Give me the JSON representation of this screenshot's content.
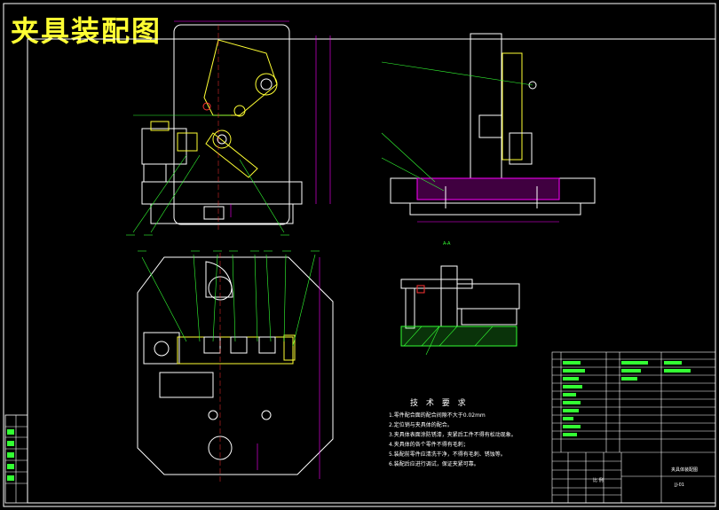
{
  "title": "夹具装配图",
  "technical_requirements": {
    "heading": "技 术 要 求",
    "items": [
      "1.零件配合面的配合间隙不大于0.02mm",
      "2.定位销与夹具体的配合。",
      "3.夹具体表面涂防锈漆，夹紧后工件不得有松动现象。",
      "4.夹具体的各个零件不得有毛刺；",
      "5.装配前零件应清洗干净，不得有毛刺、锈蚀等。",
      "6.装配后应进行调试，保证夹紧可靠。"
    ]
  },
  "title_block": {
    "drawing_name": "夹具体装配图",
    "drawing_no": "JJ-01",
    "scale_label": "比 例"
  },
  "section_label": "A-A"
}
